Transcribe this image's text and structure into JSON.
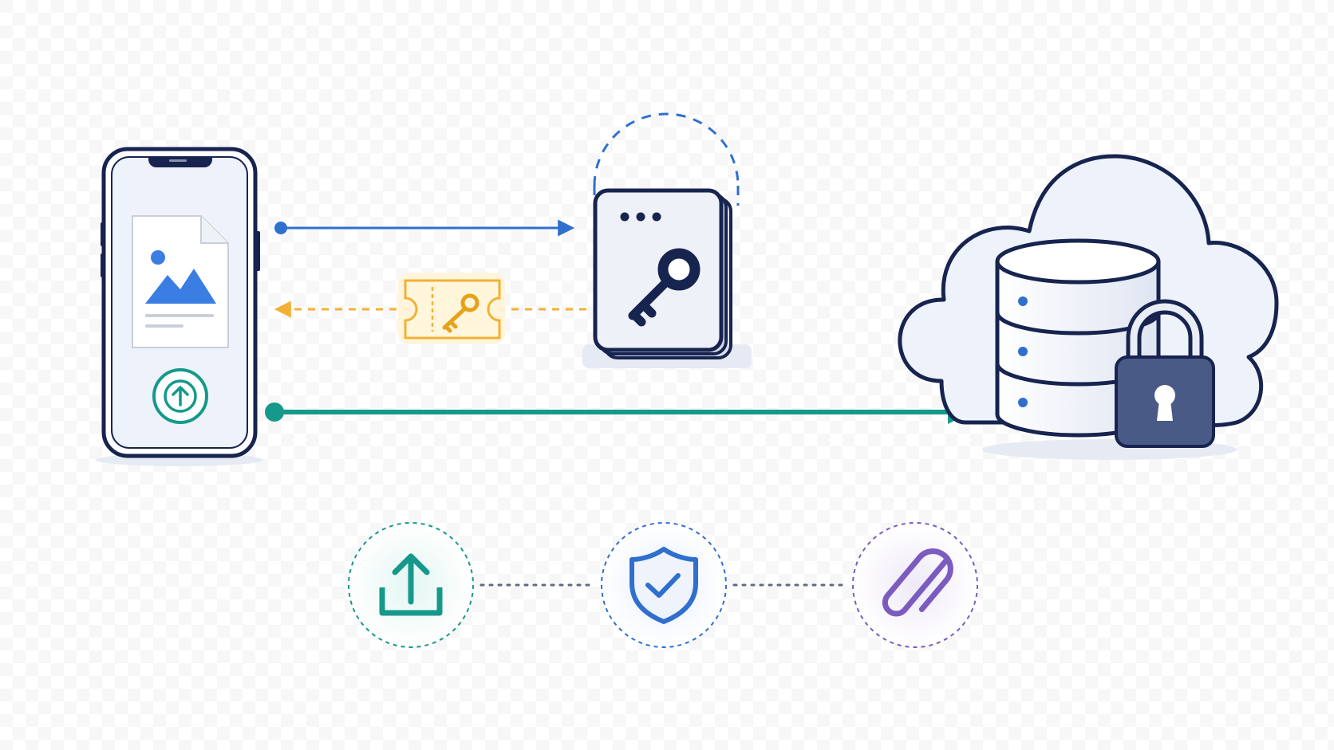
{
  "diagram": {
    "nodes": [
      {
        "id": "phone",
        "icon": "smartphone-icon",
        "inner_icons": [
          "image-file-icon",
          "upload-arrow-icon"
        ]
      },
      {
        "id": "key-service",
        "icon": "key-document-icon"
      },
      {
        "id": "cloud-storage",
        "icon": "cloud-database-icon",
        "inner_icons": [
          "padlock-icon"
        ]
      }
    ],
    "connections": [
      {
        "from": "phone",
        "to": "key-service",
        "style": "solid",
        "color": "#2f6fce"
      },
      {
        "from": "key-service",
        "to": "phone",
        "style": "dashed",
        "color": "#f2b134",
        "label_icon": "key-ticket-icon"
      },
      {
        "from": "phone",
        "to": "cloud-storage",
        "style": "solid",
        "color": "#16998a"
      }
    ],
    "steps": [
      {
        "icon": "upload-tray-icon",
        "color": "#16998a"
      },
      {
        "icon": "shield-check-icon",
        "color": "#2f6fce"
      },
      {
        "icon": "paperclip-icon",
        "color": "#7b5bbf"
      }
    ]
  },
  "colors": {
    "navy": "#17244f",
    "blue": "#2f6fce",
    "teal": "#16998a",
    "amber": "#f2b134",
    "purple": "#7b5bbf",
    "lock": "#4a5a86",
    "panel": "#eef2fb"
  }
}
